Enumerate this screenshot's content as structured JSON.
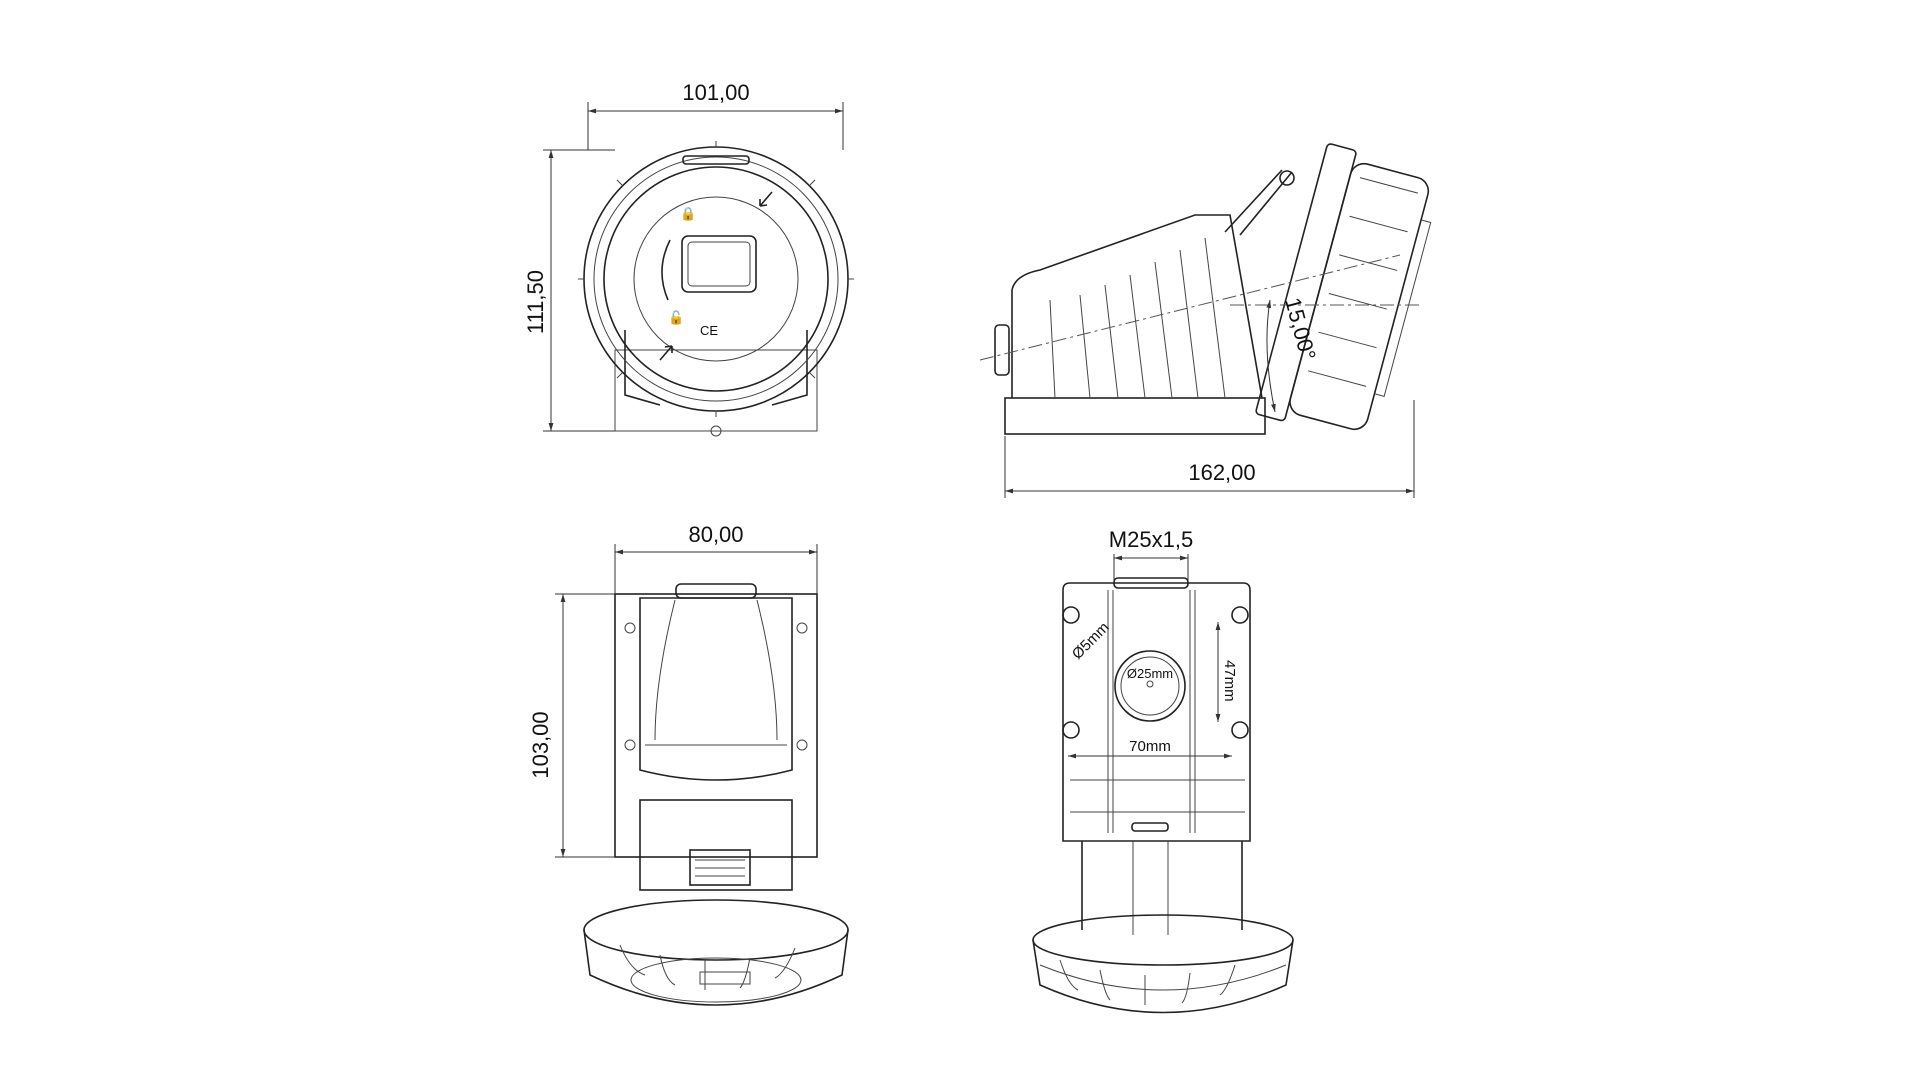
{
  "dimensions": {
    "front_width": "101,00",
    "front_height": "111,50",
    "side_length": "162,00",
    "side_angle": "15,00°",
    "top_width": "80,00",
    "top_height": "103,00",
    "thread": "M25x1,5",
    "hole_diameter": "Ø5mm",
    "entry_diameter": "Ø25mm",
    "hole_vertical_spacing": "47mm",
    "hole_horizontal_spacing": "70mm"
  },
  "markings": {
    "ce": "CE"
  }
}
